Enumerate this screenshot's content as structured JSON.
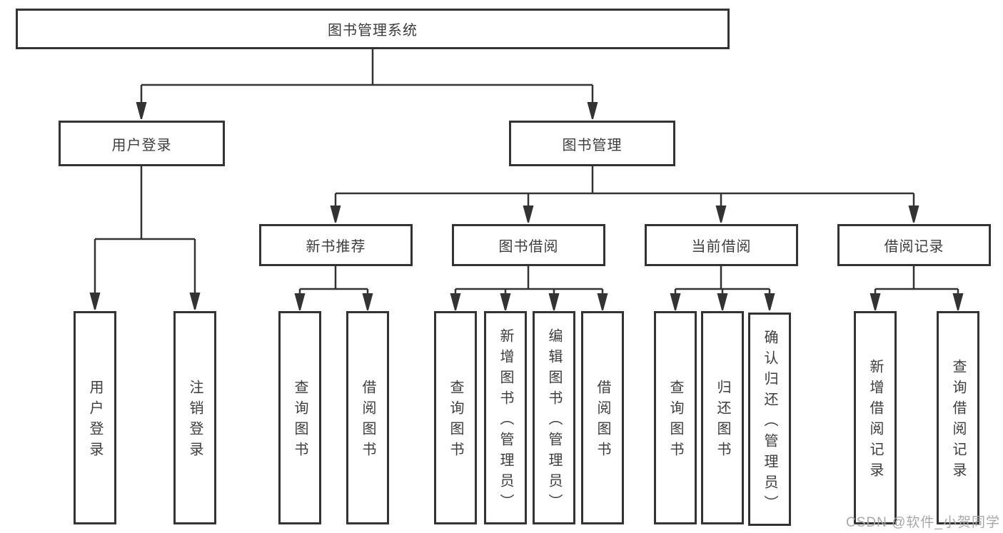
{
  "diagram": {
    "nodes": {
      "root": "图书管理系统",
      "user_login": "用户登录",
      "book_mgmt": "图书管理",
      "new_books": "新书推荐",
      "book_borrow": "图书借阅",
      "current_borrow": "当前借阅",
      "borrow_records": "借阅记录"
    },
    "leaves": {
      "user_login_1": "用户登录",
      "user_login_2": "注销登录",
      "new_books_1": "查询图书",
      "new_books_2": "借阅图书",
      "book_borrow_1": "查询图书",
      "book_borrow_2": "新增图书（管理员）",
      "book_borrow_3": "编辑图书（管理员）",
      "book_borrow_4": "借阅图书",
      "current_borrow_1": "查询图书",
      "current_borrow_2": "归还图书",
      "current_borrow_3": "确认归还（管理员）",
      "borrow_records_1": "新增借阅记录",
      "borrow_records_2": "查询借阅记录"
    },
    "watermark": "CSDN @软件_小贺同学",
    "colors": {
      "line": "#333333",
      "text": "#3d3d3d",
      "watermark": "#a8a8a8",
      "background": "#ffffff"
    }
  }
}
